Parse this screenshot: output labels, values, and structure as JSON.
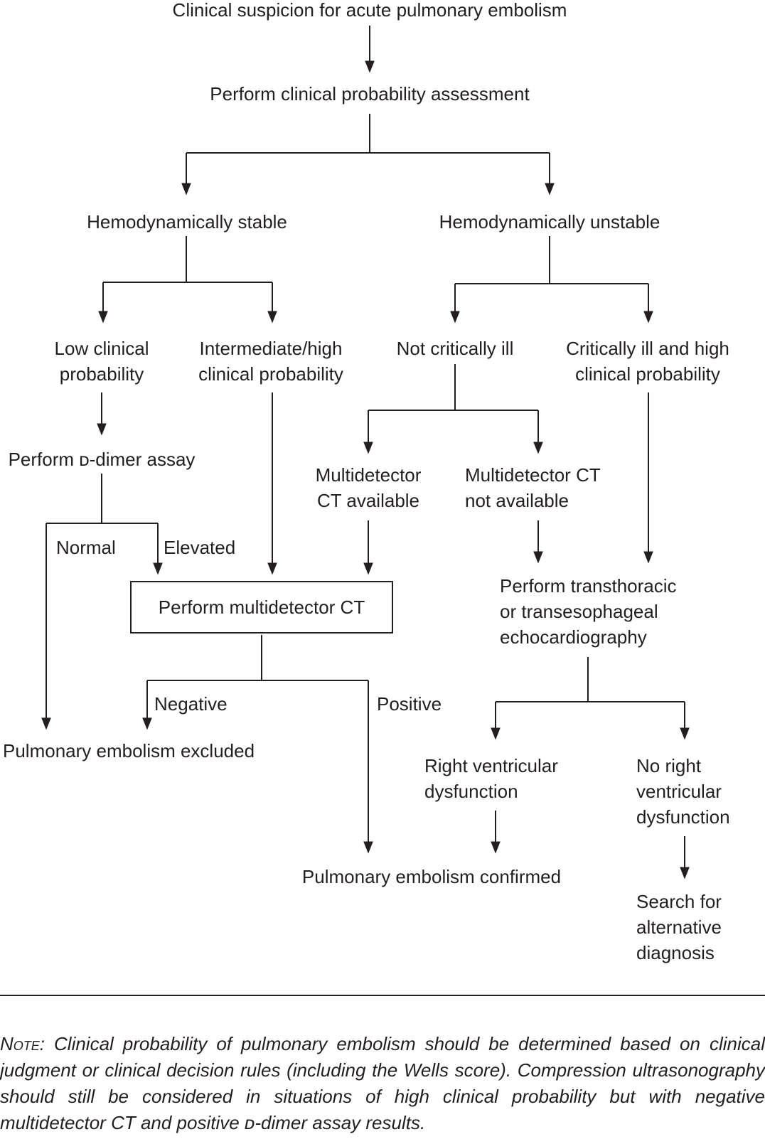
{
  "colors": {
    "ink": "#231f20",
    "background": "#ffffff"
  },
  "diagram": {
    "nodes": {
      "clinical_suspicion": "Clinical suspicion for acute pulmonary embolism",
      "probability_assessment": "Perform clinical probability assessment",
      "hemodynamically_stable": "Hemodynamically stable",
      "hemodynamically_unstable": "Hemodynamically unstable",
      "low_clinical_probability": "Low clinical\nprobability",
      "intermediate_high_probability": "Intermediate/high\nclinical probability",
      "not_critically_ill": "Not critically ill",
      "critically_ill_high_probability": "Critically ill and high\nclinical probability",
      "perform_d_dimer_assay": "Perform ᴅ-dimer assay",
      "multidetector_ct_available": "Multidetector\nCT available",
      "multidetector_ct_not_available": "Multidetector CT\nnot available",
      "perform_multidetector_ct": "Perform multidetector CT",
      "perform_echocardiography": "Perform transthoracic\nor transesophageal\nechocardiography",
      "pulmonary_embolism_excluded": "Pulmonary embolism excluded",
      "right_ventricular_dysfunction": "Right ventricular\ndysfunction",
      "no_right_ventricular_dysfunction": "No right\nventricular\ndysfunction",
      "pulmonary_embolism_confirmed": "Pulmonary embolism confirmed",
      "search_alternative_diagnosis": "Search for\nalternative\ndiagnosis"
    },
    "edge_labels": {
      "normal": "Normal",
      "elevated": "Elevated",
      "negative": "Negative",
      "positive": "Positive"
    }
  },
  "note": {
    "label": "Note:",
    "text": "Clinical probability of pulmonary embolism should be determined based on clinical judgment or clinical decision rules (including the Wells score).  Compression ultrasonography should still be considered in situations of high clinical probability but with negative multidetector CT and positive ᴅ-dimer assay results."
  }
}
